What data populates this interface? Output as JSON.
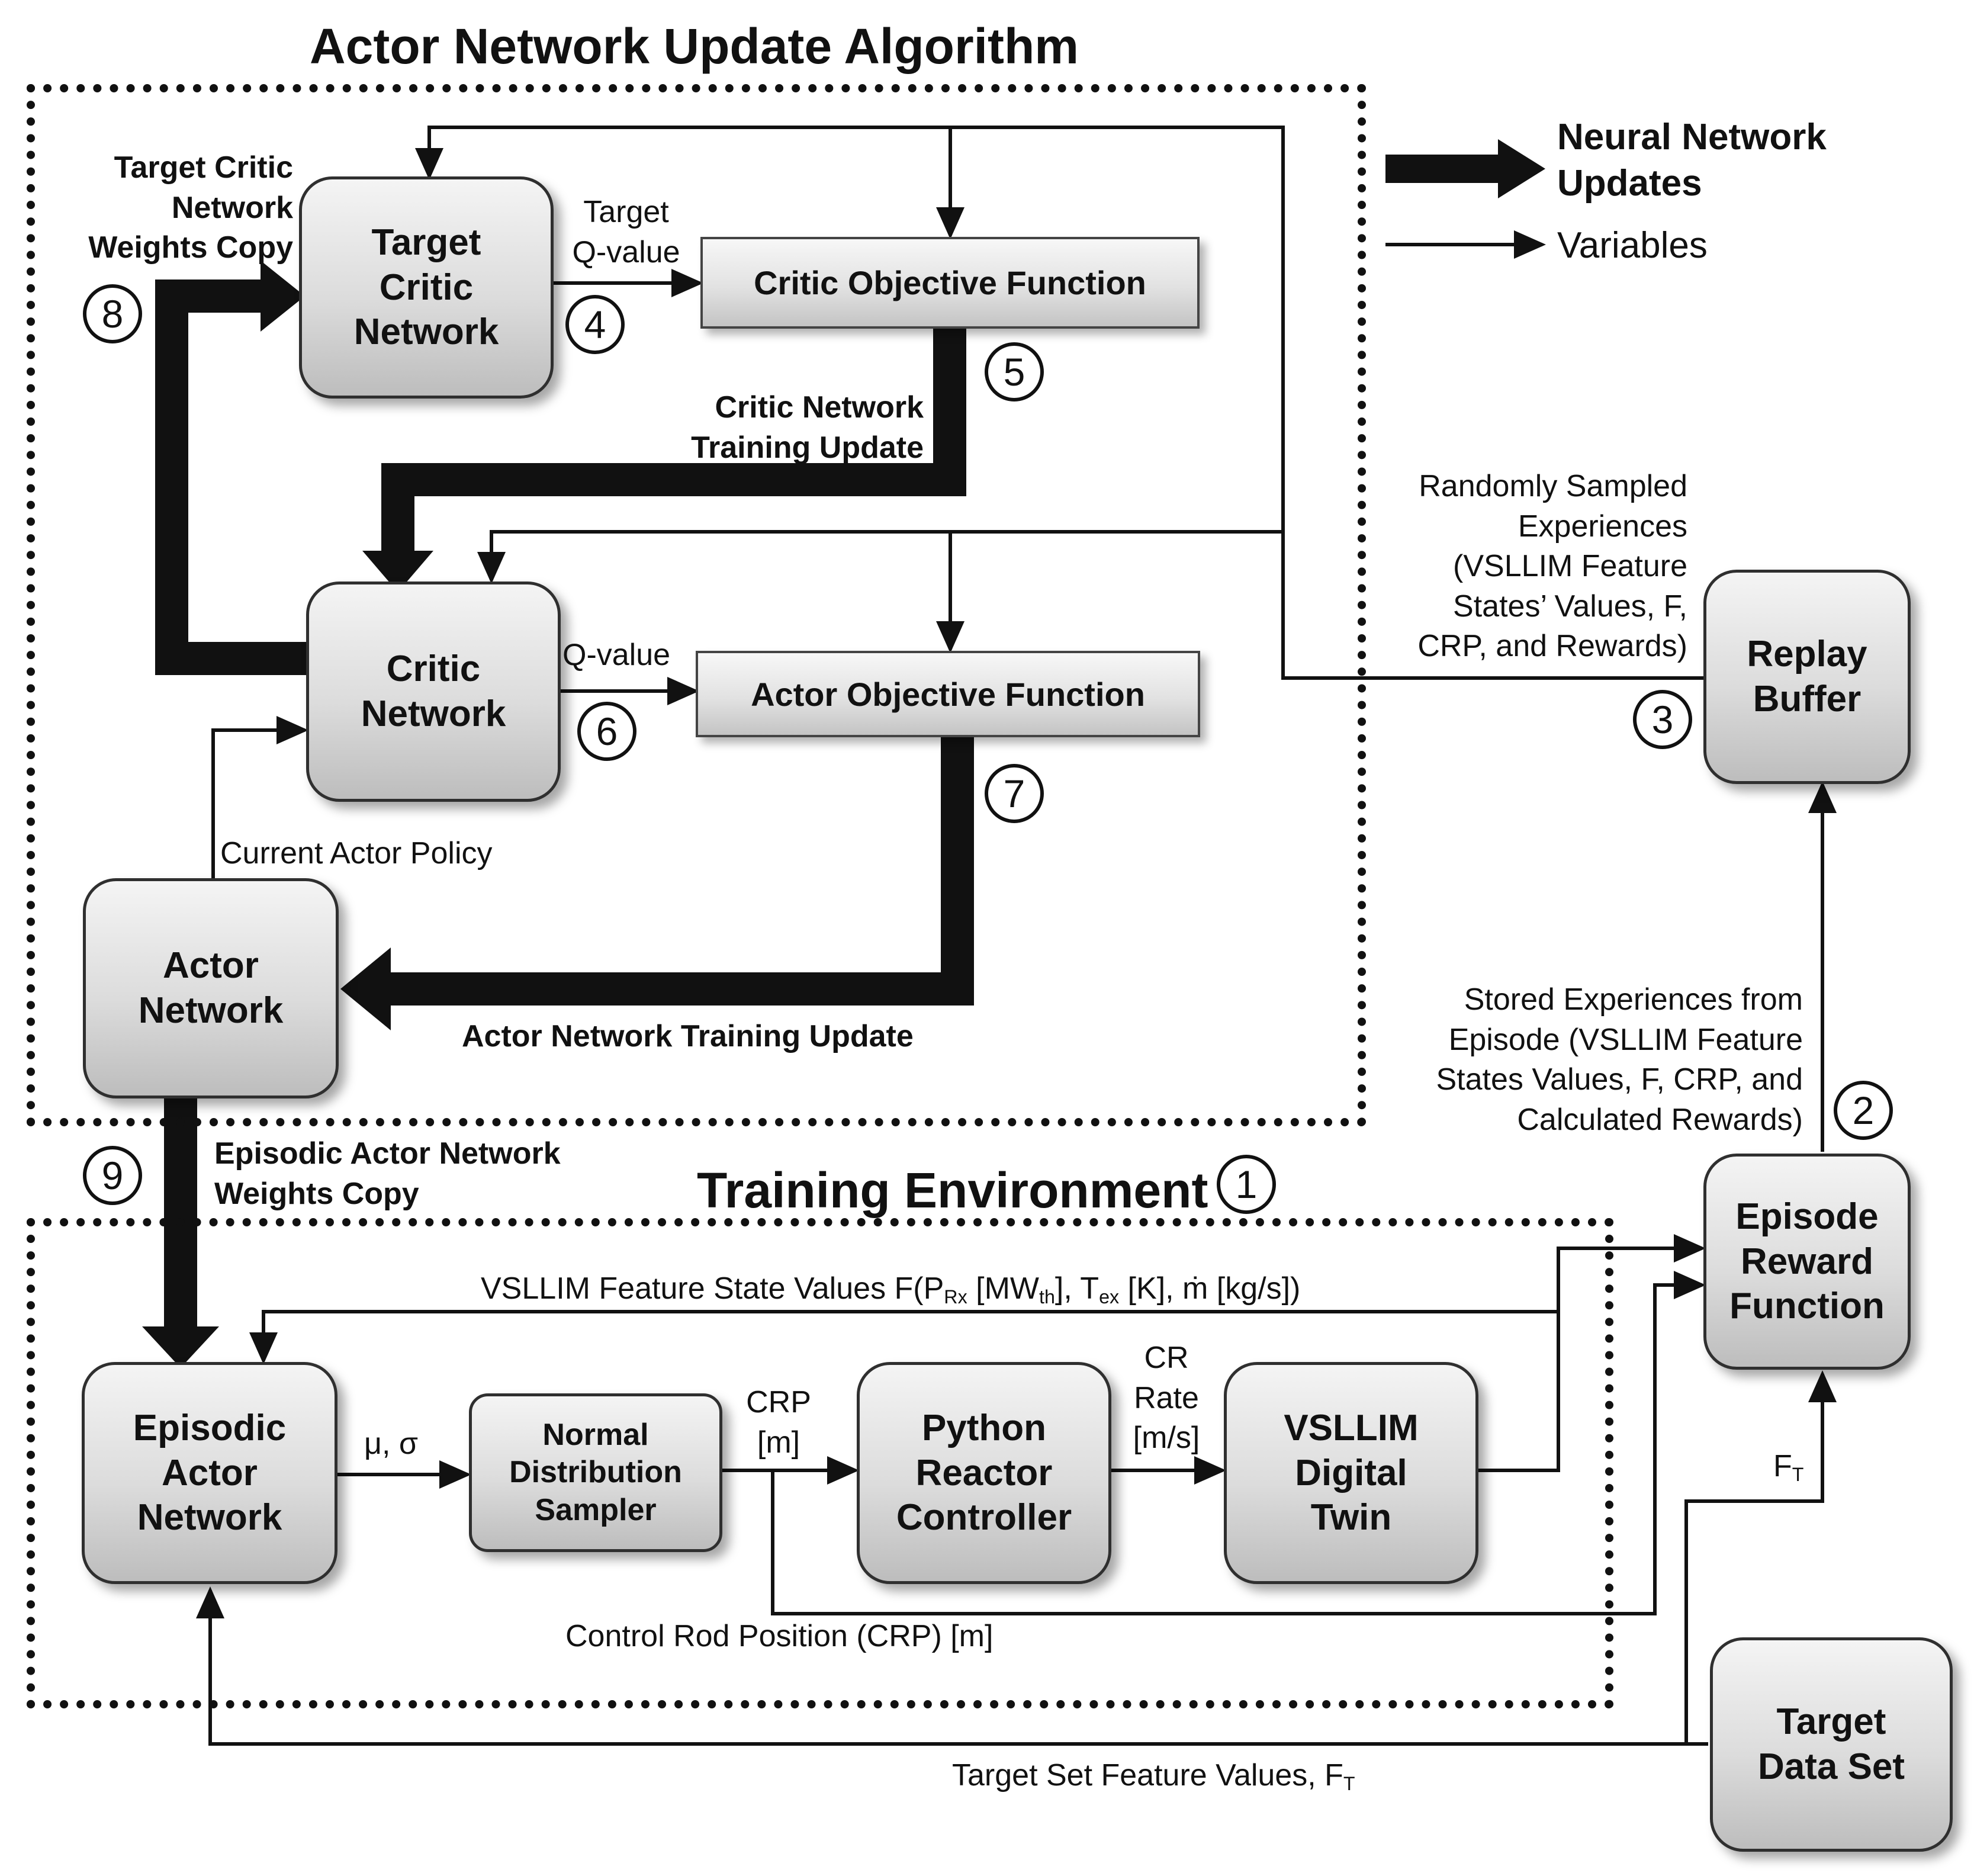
{
  "titles": {
    "actor_update": "Actor Network Update Algorithm",
    "training_env": "Training Environment"
  },
  "legend": {
    "updates": "Neural Network\nUpdates",
    "variables": "Variables"
  },
  "nodes": {
    "target_critic": "Target\nCritic\nNetwork",
    "critic": "Critic\nNetwork",
    "actor": "Actor\nNetwork",
    "replay_buffer": "Replay\nBuffer",
    "episode_reward": "Episode\nReward\nFunction",
    "episodic_actor": "Episodic\nActor\nNetwork",
    "normal_sampler": "Normal\nDistribution\nSampler",
    "python_controller": "Python\nReactor\nController",
    "vsllim_twin": "VSLLIM\nDigital\nTwin",
    "target_data": "Target\nData Set"
  },
  "functions": {
    "critic_objective": "Critic Objective Function",
    "actor_objective": "Actor Objective Function"
  },
  "labels": {
    "target_critic_copy": "Target Critic\nNetwork\nWeights Copy",
    "target_q": "Target\nQ-value",
    "critic_training_update": "Critic Network\nTraining Update",
    "q_value": "Q-value",
    "current_actor_policy": "Current Actor Policy",
    "actor_training_update": "Actor Network Training Update",
    "randomly_sampled": "Randomly Sampled\nExperiences\n(VSLLIM Feature\nStates’ Values, F,\nCRP, and Rewards)",
    "stored_experiences": "Stored Experiences from\nEpisode (VSLLIM Feature\nStates Values, F, CRP, and\nCalculated Rewards)",
    "episodic_copy": "Episodic Actor Network\nWeights Copy",
    "mu_sigma": "μ, σ",
    "crp": "CRP\n[m]",
    "cr_rate": "CR\nRate\n[m/s]",
    "control_rod_position": "Control Rod Position (CRP) [m]",
    "ft_main": "F",
    "ft_sub": "T",
    "target_set_main": "Target Set Feature Values, F",
    "target_set_sub": "T",
    "vsllim_state_pre": "VSLLIM Feature State Values F(P",
    "vsllim_state_sub1": "Rx",
    "vsllim_state_mid1": " [MW",
    "vsllim_state_sub2": "th",
    "vsllim_state_mid2": "], T",
    "vsllim_state_sub3": "ex",
    "vsllim_state_post": " [K], ṁ [kg/s])"
  },
  "steps": [
    "1",
    "2",
    "3",
    "4",
    "5",
    "6",
    "7",
    "8",
    "9"
  ]
}
